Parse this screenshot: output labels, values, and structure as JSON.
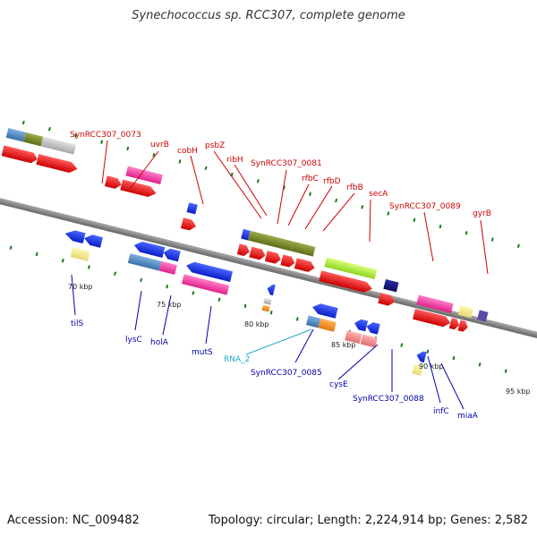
{
  "title": "Synechococcus sp. RCC307, complete genome",
  "footer": {
    "accession": "Accession: NC_009482",
    "topology": "Topology: circular; Length: 2,224,914 bp; Genes: 2,582"
  },
  "scale_labels": [
    "70 kbp",
    "75 kbp",
    "80 kbp",
    "85 kbp",
    "90 kbp",
    "95 kbp"
  ],
  "upper_labels": [
    "SynRCC307_0073",
    "uvrB",
    "cobH",
    "psbZ",
    "ribH",
    "SynRCC307_0081",
    "rfbC",
    "rfbD",
    "rfbB",
    "secA",
    "SynRCC307_0089",
    "gyrB"
  ],
  "lower_labels": [
    "tilS",
    "lysC",
    "holA",
    "mutS",
    "RNA_2",
    "SynRCC307_0085",
    "cysE",
    "SynRCC307_0088",
    "infC",
    "miaA"
  ],
  "colors": {
    "upper_label": "#cc0000",
    "lower_label": "#0000aa",
    "rna_label": "#22aacc",
    "backbone": "#888888",
    "tick": "#1a7a1a"
  }
}
